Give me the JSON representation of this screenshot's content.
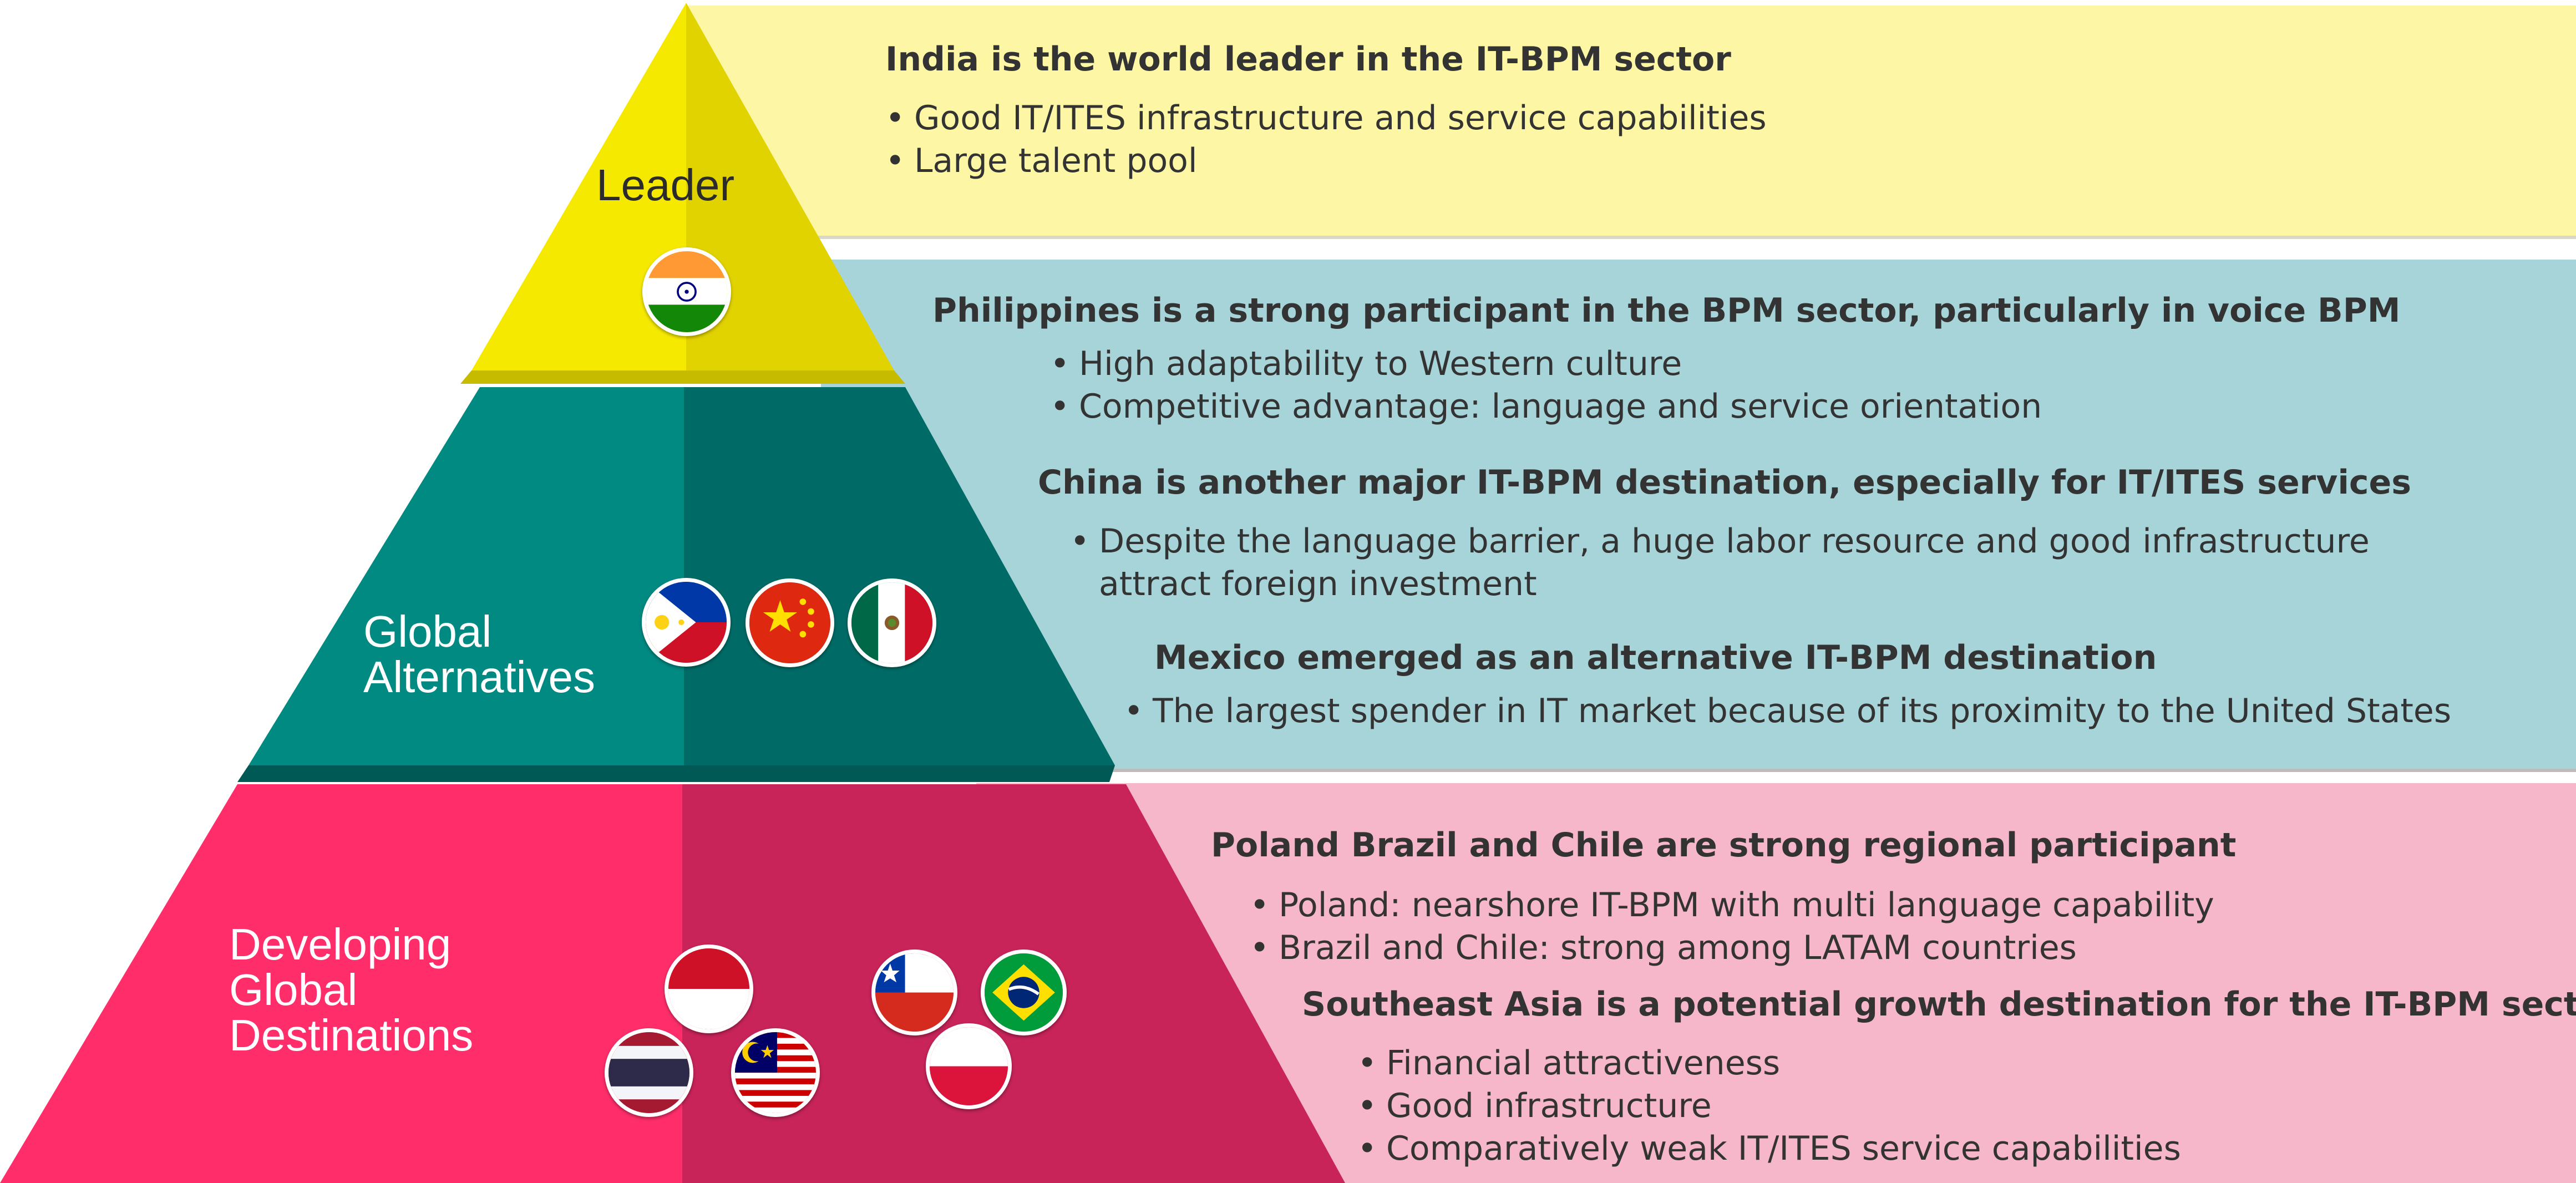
{
  "colors": {
    "leader": "#f6e900",
    "leader_band": "#fdf6a4",
    "alternatives": "#008a82",
    "alternatives_band": "#a6d4d9",
    "developing": "#ff2e6a",
    "developing_band": "#f6b7ca",
    "text": "#333333"
  },
  "tiers": {
    "leader": {
      "label": "Leader",
      "flags": [
        "india-flag-icon"
      ],
      "blocks": [
        {
          "heading": "India is the world leader in the IT-BPM sector",
          "bullets": [
            "Good IT/ITES infrastructure and service capabilities",
            "Large talent pool"
          ]
        }
      ]
    },
    "alternatives": {
      "label": [
        "Global",
        "Alternatives"
      ],
      "flags": [
        "philippines-flag-icon",
        "china-flag-icon",
        "mexico-flag-icon"
      ],
      "blocks": [
        {
          "heading": "Philippines is a strong participant in the BPM sector, particularly in voice BPM",
          "bullets": [
            "High adaptability to Western culture",
            "Competitive advantage: language and service orientation"
          ]
        },
        {
          "heading": "China is another major IT-BPM destination, especially for IT/ITES services",
          "bullets": [
            "Despite the language barrier, a huge labor resource and good infrastructure",
            "attract foreign investment"
          ]
        },
        {
          "heading": "Mexico emerged as an alternative IT-BPM destination",
          "bullets": [
            "The largest spender in IT market because of its proximity to the United States"
          ]
        }
      ]
    },
    "developing": {
      "label": [
        "Developing",
        "Global",
        "Destinations"
      ],
      "flags": [
        "indonesia-flag-icon",
        "thailand-flag-icon",
        "malaysia-flag-icon",
        "chile-flag-icon",
        "brazil-flag-icon",
        "poland-flag-icon"
      ],
      "blocks": [
        {
          "heading": "Poland Brazil and Chile are strong regional participant",
          "bullets": [
            "Poland: nearshore IT-BPM with multi language capability",
            "Brazil and Chile: strong among LATAM countries"
          ]
        },
        {
          "heading": "Southeast Asia is a potential growth destination for the IT-BPM sector",
          "bullets": [
            "Financial attractiveness",
            "Good infrastructure",
            "Comparatively weak IT/ITES service capabilities"
          ]
        }
      ]
    }
  }
}
